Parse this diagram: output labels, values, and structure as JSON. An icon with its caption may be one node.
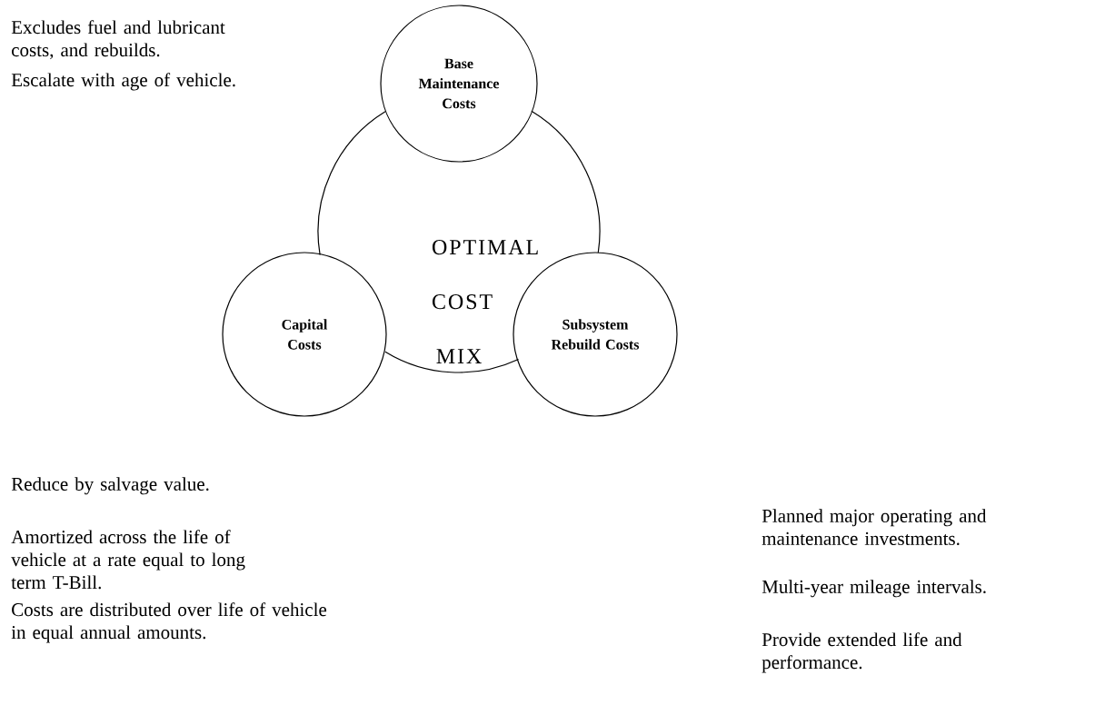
{
  "diagram": {
    "nodes": [
      {
        "text": [
          "Base Maintenance Costs"
        ]
      },
      {
        "text": [
          "Capital Costs"
        ]
      },
      {
        "text": [
          "OPTIMAL COST MIX"
        ]
      },
      {
        "text": [
          "Subsystem Rebuild Costs"
        ]
      }
    ],
    "labels": [
      "Excludes fuel and lubricant costs, and rebuilds.",
      "Escalate with age of vehicle.",
      "Reduce by salvage value.",
      "Amortized across the life of vehicle at a rate equal to long term T-Bill.",
      "Costs are distributed over life of vehicle in equal annual amounts.",
      "Planned major operating and maintenance investments.",
      "Multi-year mileage intervals.",
      "Provide extended life and performance."
    ]
  }
}
